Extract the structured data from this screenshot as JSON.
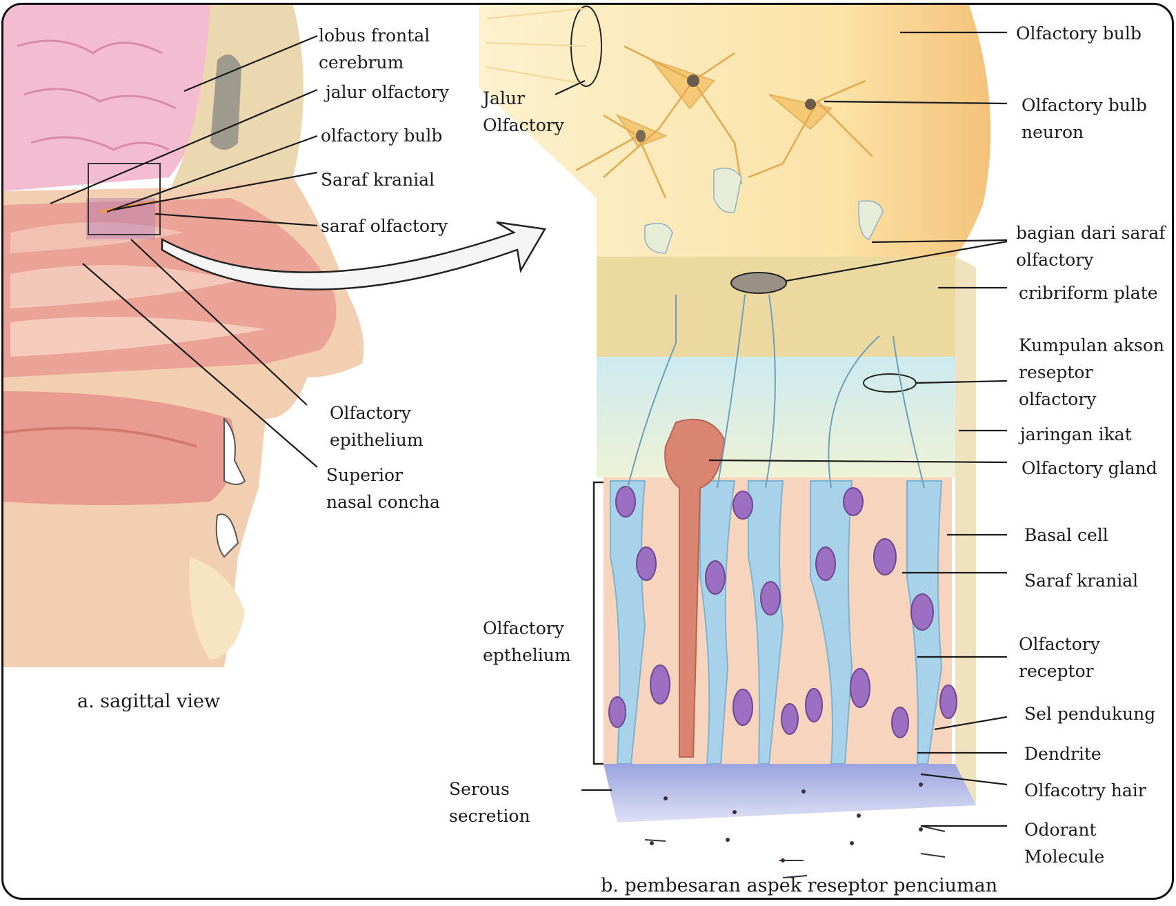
{
  "panel_a": {
    "caption": "a. sagittal view",
    "labels": {
      "lobus_frontal": "lobus frontal\ncerebrum",
      "jalur_olfactory": "jalur olfactory",
      "olfactory_bulb": "olfactory bulb",
      "saraf_kranial": "Saraf kranial",
      "saraf_olfactory": "saraf olfactory",
      "olfactory_epithelium": "Olfactory\nepithelium",
      "superior_nasal_concha": "Superior\nnasal concha"
    }
  },
  "panel_b": {
    "caption": "b. pembesaran aspek reseptor penciuman",
    "labels": {
      "jalur_olfactory": "Jalur\nOlfactory",
      "olfactory_bulb": "Olfactory bulb",
      "olfactory_bulb_neuron": "Olfactory bulb\nneuron",
      "bagian_saraf": "bagian dari saraf\nolfactory",
      "cribriform_plate": "cribriform plate",
      "kumpulan_akson": "Kumpulan akson\nreseptor\nolfactory",
      "jaringan_ikat": "jaringan ikat",
      "olfactory_gland": "Olfactory gland",
      "basal_cell": "Basal cell",
      "saraf_kranial": "Saraf kranial",
      "olfactory_receptor": "Olfactory\nreceptor",
      "sel_pendukung": "Sel pendukung",
      "dendrite": "Dendrite",
      "olfactory_hair": "Olfacotry hair",
      "odorant_molecule": "Odorant\nMolecule",
      "olfactory_epthelium": "Olfactory\nepthelium",
      "serous_secretion": "Serous\nsecretion"
    }
  },
  "colors": {
    "brain": "#f2b8cc",
    "skin": "#f2cdb0",
    "mucosa": "#e99a8c",
    "bulb": "#fbe2a6",
    "bone": "#e9d59a",
    "connective": "#dfeedd",
    "receptor": "#a9d3e8",
    "support": "#f6cdb6",
    "nucleus": "#9b6ec0",
    "gland": "#d9826e",
    "mucus": "#b8bde6"
  }
}
